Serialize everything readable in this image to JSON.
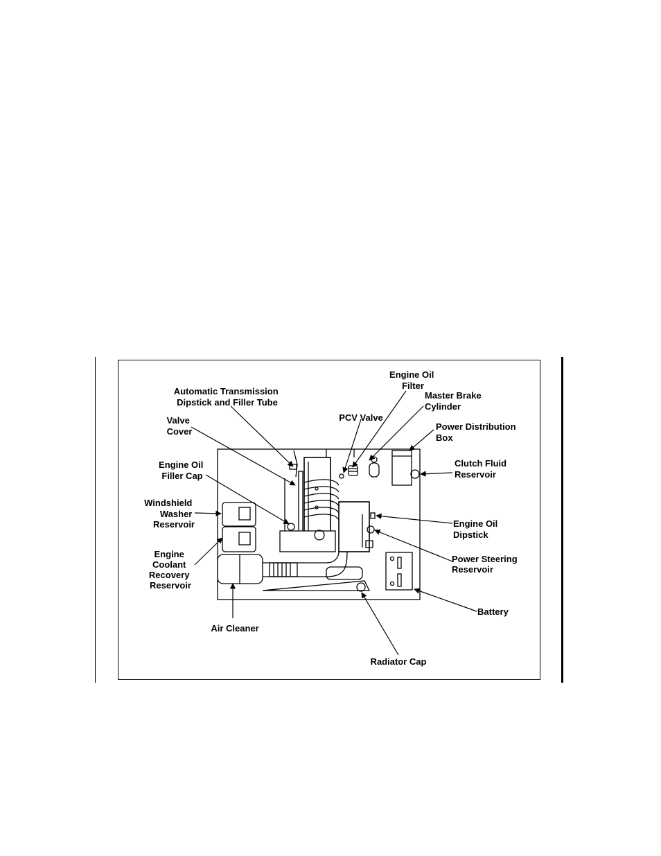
{
  "diagram": {
    "labels": {
      "engine_oil_filter": [
        "Engine Oil",
        "Filter"
      ],
      "master_brake_cylinder": [
        "Master Brake",
        "Cylinder"
      ],
      "auto_trans_dipstick": [
        "Automatic Transmission",
        "Dipstick and Filler Tube"
      ],
      "pcv_valve": [
        "PCV Valve"
      ],
      "power_distribution_box": [
        "Power Distribution",
        "Box"
      ],
      "valve_cover": [
        "Valve",
        "Cover"
      ],
      "clutch_fluid_reservoir": [
        "Clutch Fluid",
        "Reservoir"
      ],
      "engine_oil_filler_cap": [
        "Engine Oil",
        "Filler Cap"
      ],
      "windshield_washer_reservoir": [
        "Windshield",
        "Washer",
        "Reservoir"
      ],
      "engine_oil_dipstick": [
        "Engine Oil",
        "Dipstick"
      ],
      "engine_coolant_recovery_reservoir": [
        "Engine",
        "Coolant",
        "Recovery",
        "Reservoir"
      ],
      "power_steering_reservoir": [
        "Power Steering",
        "Reservoir"
      ],
      "battery": [
        "Battery"
      ],
      "air_cleaner": [
        "Air Cleaner"
      ],
      "radiator_cap": [
        "Radiator Cap"
      ]
    }
  }
}
